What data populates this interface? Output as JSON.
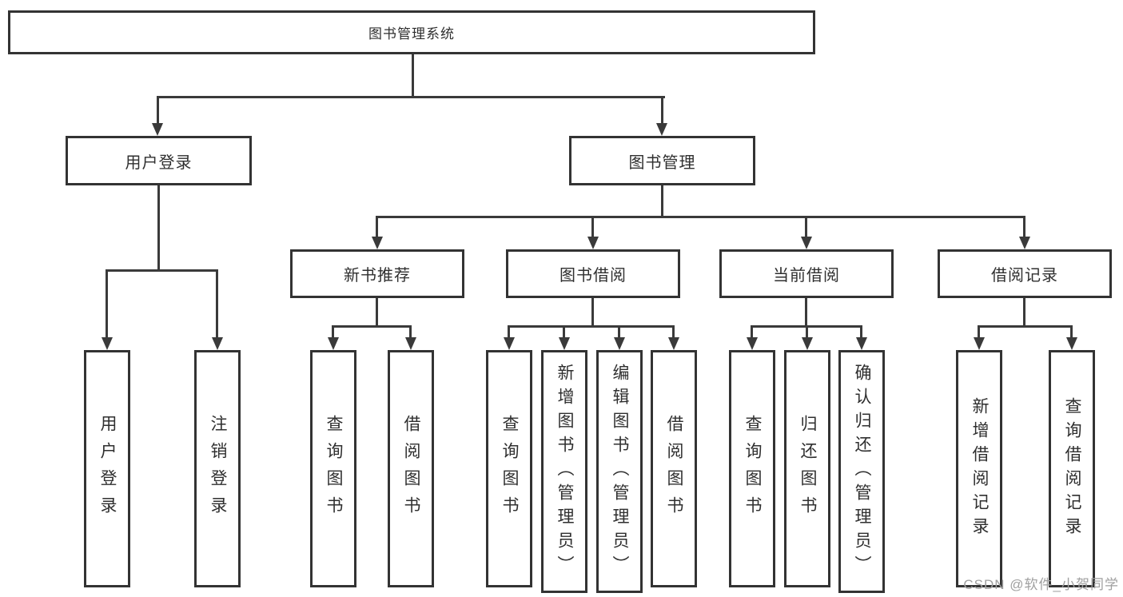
{
  "tree": {
    "root": {
      "label": "图书管理系统"
    },
    "branches": [
      {
        "label": "用户登录",
        "children": [
          {
            "label": "用户登录"
          },
          {
            "label": "注销登录"
          }
        ]
      },
      {
        "label": "图书管理",
        "children": [
          {
            "label": "新书推荐",
            "children": [
              {
                "label": "查询图书"
              },
              {
                "label": "借阅图书"
              }
            ]
          },
          {
            "label": "图书借阅",
            "children": [
              {
                "label": "查询图书"
              },
              {
                "label": "新增图书（管理员）"
              },
              {
                "label": "编辑图书（管理员）"
              },
              {
                "label": "借阅图书"
              }
            ]
          },
          {
            "label": "当前借阅",
            "children": [
              {
                "label": "查询图书"
              },
              {
                "label": "归还图书"
              },
              {
                "label": "确认归还（管理员）"
              }
            ]
          },
          {
            "label": "借阅记录",
            "children": [
              {
                "label": "新增借阅记录"
              },
              {
                "label": "查询借阅记录"
              }
            ]
          }
        ]
      }
    ]
  },
  "watermark": {
    "text": "CSDN @软件_小贺同学"
  },
  "colors": {
    "line": "#3a3a3a",
    "border": "#333333",
    "text": "#2f2f2f",
    "watermark": "#a0a0a0",
    "background": "#ffffff"
  }
}
